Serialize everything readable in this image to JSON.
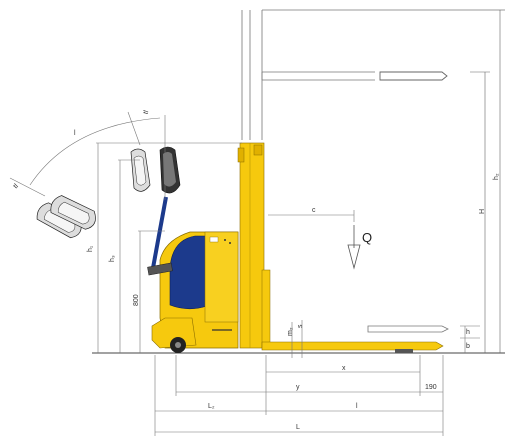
{
  "labels": {
    "q": "Q",
    "c": "c",
    "h1": "h₁",
    "h3": "h₃",
    "H": "H",
    "h2": "h₂",
    "h800": "800",
    "m2": "m₂",
    "s": "s",
    "x": "x",
    "y": "y",
    "v190": "190",
    "L2": "L₂",
    "l": "l",
    "L": "L",
    "ang_l": "l",
    "ang_top": "tl",
    "ang_left": "tl",
    "hh": "h",
    "hb": "b"
  },
  "colors": {
    "body": "#f6c90e",
    "cover": "#1c3a8c",
    "black": "#1a1a1a",
    "line": "#555555"
  }
}
